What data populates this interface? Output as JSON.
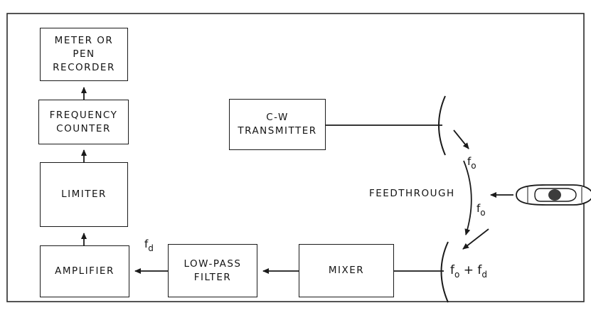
{
  "blocks": {
    "meter": {
      "line1": "METER OR",
      "line2": "PEN",
      "line3": "RECORDER"
    },
    "counter": {
      "line1": "FREQUENCY",
      "line2": "COUNTER"
    },
    "limiter": {
      "line1": "LIMITER"
    },
    "amplifier": {
      "line1": "AMPLIFIER"
    },
    "lowpass": {
      "line1": "LOW-PASS",
      "line2": "FILTER"
    },
    "mixer": {
      "line1": "MIXER"
    },
    "transmitter": {
      "line1": "C-W",
      "line2": "TRANSMITTER"
    }
  },
  "labels": {
    "feedthrough": "FEEDTHROUGH",
    "f": "f",
    "sub_o": "o",
    "sub_d": "d",
    "plus": "+"
  },
  "icons": [
    "car-icon",
    "transmit-antenna-icon",
    "receive-antenna-icon"
  ],
  "colors": {
    "ink": "#1a1a1a",
    "background": "#ffffff"
  }
}
